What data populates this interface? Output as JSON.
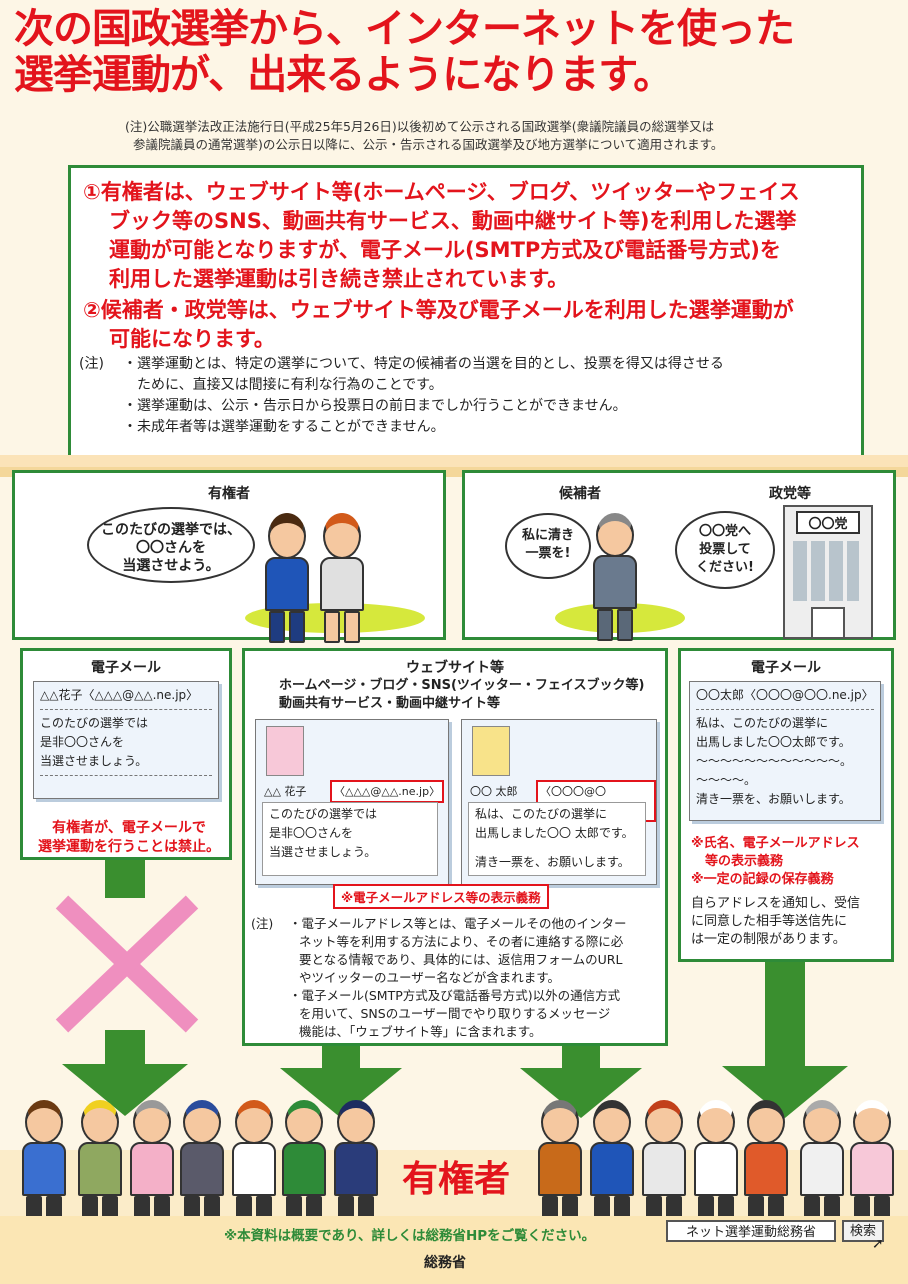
{
  "headline": {
    "line1": "次の国政選挙から、インターネットを使った",
    "line2": "選挙運動が、出来るようになります。"
  },
  "top_note": {
    "line1": "(注)公職選挙法改正法施行日(平成25年5月26日)以後初めて公示される国政選挙(衆議院議員の総選挙又は",
    "line2": "参議院議員の通常選挙)の公示日以降に、公示・告示される国政選挙及び地方選挙について適用されます。"
  },
  "main_box": {
    "point1": {
      "line1": "①有権者は、ウェブサイト等(ホームページ、ブログ、ツイッターやフェイス",
      "line2": "ブック等のSNS、動画共有サービス、動画中継サイト等)を利用した選挙",
      "line3": "運動が可能となりますが、電子メール(SMTP方式及び電話番号方式)を",
      "line4": "利用した選挙運動は引き続き禁止されています。"
    },
    "point2": {
      "line1": "②候補者・政党等は、ウェブサイト等及び電子メールを利用した選挙運動が",
      "line2": "可能になります。"
    },
    "notes": {
      "label": "(注)",
      "n1a": "・選挙運動とは、特定の選挙について、特定の候補者の当選を目的とし、投票を得又は得させる",
      "n1b": "ために、直接又は間接に有利な行為のことです。",
      "n2": "・選挙運動は、公示・告示日から投票日の前日までしか行うことができません。",
      "n3": "・未成年者等は選挙運動をすることができません。"
    }
  },
  "voters_panel": {
    "title": "有権者",
    "bubble": {
      "line1": "このたびの選挙では、",
      "line2": "〇〇さんを",
      "line3": "当選させよう。"
    }
  },
  "candidate_panel": {
    "candidate_title": "候補者",
    "party_title": "政党等",
    "candidate_bubble": {
      "line1": "私に清き",
      "line2": "一票を!"
    },
    "party_bubble": {
      "line1": "〇〇党へ",
      "line2": "投票して",
      "line3": "ください!"
    },
    "building_sign": "〇〇党"
  },
  "left_email": {
    "title": "電子メール",
    "address": "△△花子〈△△△@△△.ne.jp〉",
    "body1": "このたびの選挙では",
    "body2": "是非〇〇さんを",
    "body3": "当選させましょう。",
    "warning1": "有権者が、電子メールで",
    "warning2": "選挙運動を行うことは禁止。"
  },
  "website": {
    "title": "ウェブサイト等",
    "sub1": "ホームページ・ブログ・SNS(ツイッター・フェイスブック等)",
    "sub2": "動画共有サービス・動画中継サイト等",
    "voter_card": {
      "name": "△△ 花子",
      "address": "〈△△△@△△.ne.jp〉",
      "body1": "このたびの選挙では",
      "body2": "是非〇〇さんを",
      "body3": "当選させましょう。"
    },
    "candidate_card": {
      "name": "〇〇 太郎",
      "address": "〈〇〇〇@〇〇.ne.jp〉",
      "body1": "私は、このたびの選挙に",
      "body2": "出馬しました〇〇 太郎です。",
      "body3": "清き一票を、お願いします。"
    },
    "duty_label": "※電子メールアドレス等の表示義務",
    "notes": {
      "label": "(注)",
      "n1a": "・電子メールアドレス等とは、電子メールその他のインター",
      "n1b": "ネット等を利用する方法により、その者に連絡する際に必",
      "n1c": "要となる情報であり、具体的には、返信用フォームのURL",
      "n1d": "やツイッターのユーザー名などが含まれます。",
      "n2a": "・電子メール(SMTP方式及び電話番号方式)以外の通信方式",
      "n2b": "を用いて、SNSのユーザー間でやり取りするメッセージ",
      "n2c": "機能は、「ウェブサイト等」に含まれます。"
    }
  },
  "right_email": {
    "title": "電子メール",
    "address": "〇〇太郎〈〇〇〇@〇〇.ne.jp〉",
    "body1": "私は、このたびの選挙に",
    "body2": "出馬しました〇〇太郎です。",
    "body3": "〜〜〜〜〜〜〜〜〜〜〜〜。",
    "body4": "〜〜〜〜。",
    "body5": "清き一票を、お願いします。",
    "duty1": "※氏名、電子メールアドレス",
    "duty2": "等の表示義務",
    "duty3": "※一定の記録の保存義務",
    "note1": "自らアドレスを通知し、受信",
    "note2": "に同意した相手等送信先に",
    "note3": "は一定の制限があります。"
  },
  "bottom": {
    "voters_label": "有権者",
    "footer_note": "※本資料は概要であり、詳しくは総務省HPをご覧ください。",
    "search_box": "ネット選挙運動総務省",
    "search_button": "検索",
    "ministry": "総務省"
  },
  "colors": {
    "red": "#e3141c",
    "green": "#2e8b38",
    "cream": "#fdf6e6",
    "pink_x": "#ef8fbf"
  }
}
